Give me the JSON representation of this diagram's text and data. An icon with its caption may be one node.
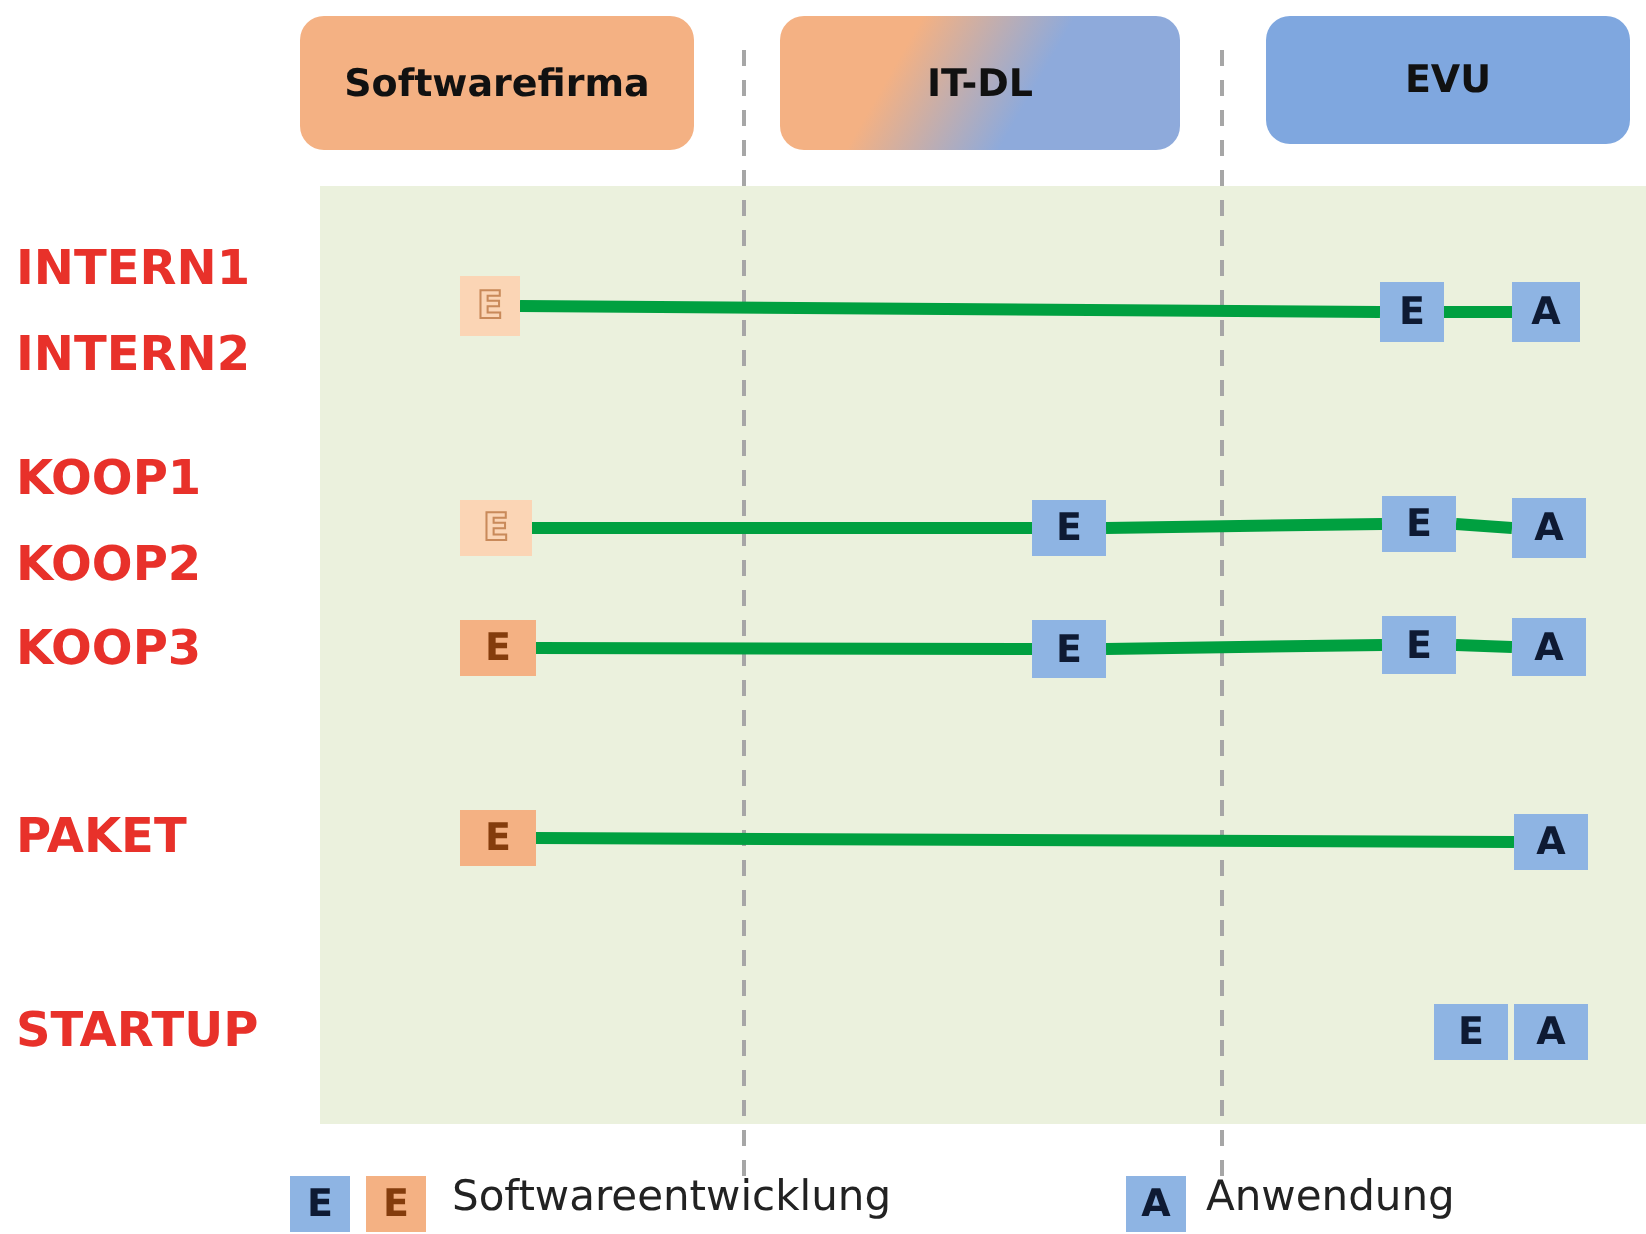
{
  "diagram": {
    "nodes": [
      {
        "text": [
          "Softwarefirma"
        ]
      },
      {
        "text": [
          "IT-DL"
        ]
      },
      {
        "text": [
          "EVU"
        ]
      },
      {
        "text": [
          "E"
        ]
      },
      {
        "text": [
          "E"
        ]
      },
      {
        "text": [
          "A"
        ]
      },
      {
        "text": [
          "E"
        ]
      },
      {
        "text": [
          "E"
        ]
      },
      {
        "text": [
          "E"
        ]
      },
      {
        "text": [
          "A"
        ]
      },
      {
        "text": [
          "E"
        ]
      },
      {
        "text": [
          "E"
        ]
      },
      {
        "text": [
          "E"
        ]
      },
      {
        "text": [
          "A"
        ]
      },
      {
        "text": [
          "E"
        ]
      },
      {
        "text": [
          "A"
        ]
      },
      {
        "text": [
          "E"
        ]
      },
      {
        "text": [
          "A"
        ]
      }
    ],
    "edges": [
      {
        "from": 3,
        "to": 4,
        "arrow": "none"
      },
      {
        "from": 4,
        "to": 5,
        "arrow": "none"
      },
      {
        "from": 6,
        "to": 7,
        "arrow": "none"
      },
      {
        "from": 7,
        "to": 8,
        "arrow": "none"
      },
      {
        "from": 8,
        "to": 9,
        "arrow": "none"
      },
      {
        "from": 10,
        "to": 11,
        "arrow": "none"
      },
      {
        "from": 11,
        "to": 12,
        "arrow": "none"
      },
      {
        "from": 12,
        "to": 13,
        "arrow": "none"
      },
      {
        "from": 14,
        "to": 15,
        "arrow": "none"
      }
    ],
    "labels": [
      "INTERN1",
      "INTERN2",
      "KOOP1",
      "KOOP2",
      "KOOP3",
      "PAKET",
      "STARTUP",
      "E",
      "E",
      "A"
    ],
    "legend": [
      {
        "text": "Softwareentwicklung"
      },
      {
        "text": "Anwendung"
      }
    ]
  }
}
